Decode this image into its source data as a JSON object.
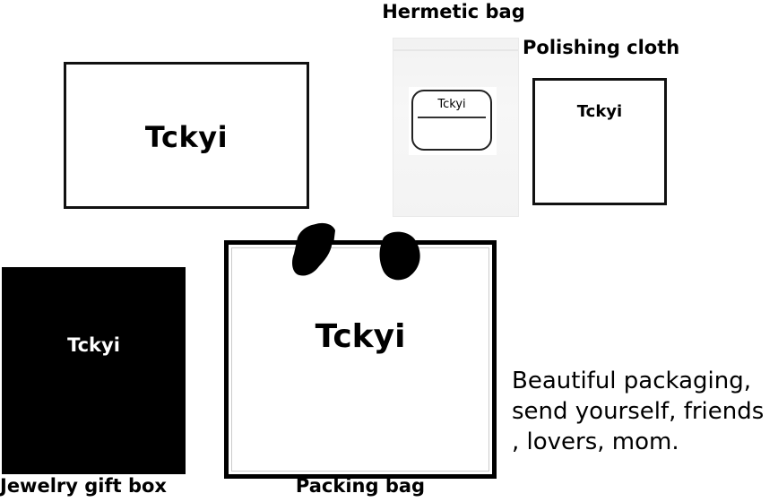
{
  "brand": "Tckyi",
  "items": {
    "card": {
      "text": "Tckyi"
    },
    "hermetic_bag": {
      "label": "Hermetic bag",
      "sticker_text": "Tckyi"
    },
    "polishing_cloth": {
      "label": "Polishing cloth",
      "text": "Tckyi"
    },
    "gift_box": {
      "label": "Jewelry gift box",
      "text": "Tckyi"
    },
    "packing_bag": {
      "label": "Packing bag",
      "text": "Tckyi"
    }
  },
  "description": {
    "lines": [
      "Beautiful packaging,",
      "send yourself, friends",
      ", lovers, mom."
    ]
  },
  "colors": {
    "ink": "#000000",
    "background": "#ffffff",
    "bag_plastic": "#f4f4f4"
  }
}
